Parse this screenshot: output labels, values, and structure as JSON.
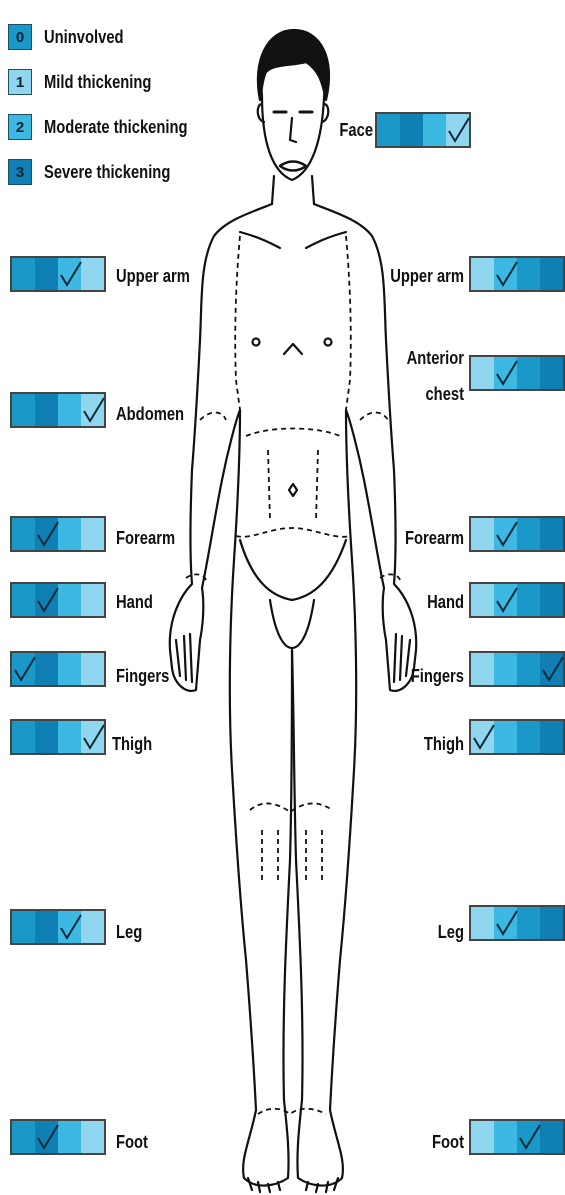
{
  "legend": [
    {
      "score": "0",
      "label": "Uninvolved"
    },
    {
      "score": "1",
      "label": "Mild thickening"
    },
    {
      "score": "2",
      "label": "Moderate thickening"
    },
    {
      "score": "3",
      "label": "Severe thickening"
    }
  ],
  "colors": {
    "score_0": "#1a98c8",
    "score_1": "#8fd6ee",
    "score_2": "#3cb8e2",
    "score_3": "#0f7fb4"
  },
  "sites": {
    "face": {
      "label": "Face",
      "score": 3
    },
    "left_upper_arm": {
      "label": "Upper arm",
      "score": 2
    },
    "right_upper_arm": {
      "label": "Upper arm",
      "score": 1
    },
    "left_abdomen": {
      "label": "Abdomen",
      "score": 3
    },
    "anterior_chest": {
      "line1": "Anterior",
      "line2": "chest",
      "score": 1
    },
    "left_forearm": {
      "label": "Forearm",
      "score": 1
    },
    "right_forearm": {
      "label": "Forearm",
      "score": 1
    },
    "left_hand": {
      "label": "Hand",
      "score": 1
    },
    "right_hand": {
      "label": "Hand",
      "score": 1
    },
    "left_fingers": {
      "label": "Fingers",
      "score": 0
    },
    "right_fingers": {
      "label": "Fingers",
      "score": 3
    },
    "left_thigh": {
      "label": "Thigh",
      "score": 3
    },
    "right_thigh": {
      "label": "Thigh",
      "score": 0
    },
    "left_leg": {
      "label": "Leg",
      "score": 2
    },
    "right_leg": {
      "label": "Leg",
      "score": 1
    },
    "left_foot": {
      "label": "Foot",
      "score": 1
    },
    "right_foot": {
      "label": "Foot",
      "score": 2
    }
  }
}
